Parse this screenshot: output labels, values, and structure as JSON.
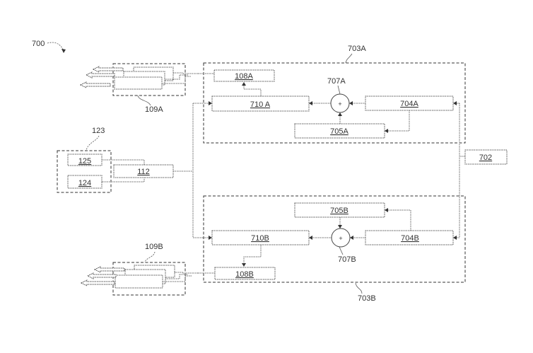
{
  "figure": {
    "ref": "700",
    "groups": {
      "g703A": "703A",
      "g703B": "703B",
      "g123": "123",
      "g109A": "109A",
      "g109B": "109B"
    },
    "blocks": {
      "b108A": "108A",
      "b710A": "710 A",
      "b704A": "704A",
      "b705A": "705A",
      "b702": "702",
      "b125": "125",
      "b124": "124",
      "b112": "112",
      "b705B": "705B",
      "b710B": "710B",
      "b704B": "704B",
      "b108B": "108B"
    },
    "summers": {
      "s707A": {
        "label": "707A",
        "sign": "+"
      },
      "s707B": {
        "label": "707B",
        "sign": "+"
      }
    }
  }
}
